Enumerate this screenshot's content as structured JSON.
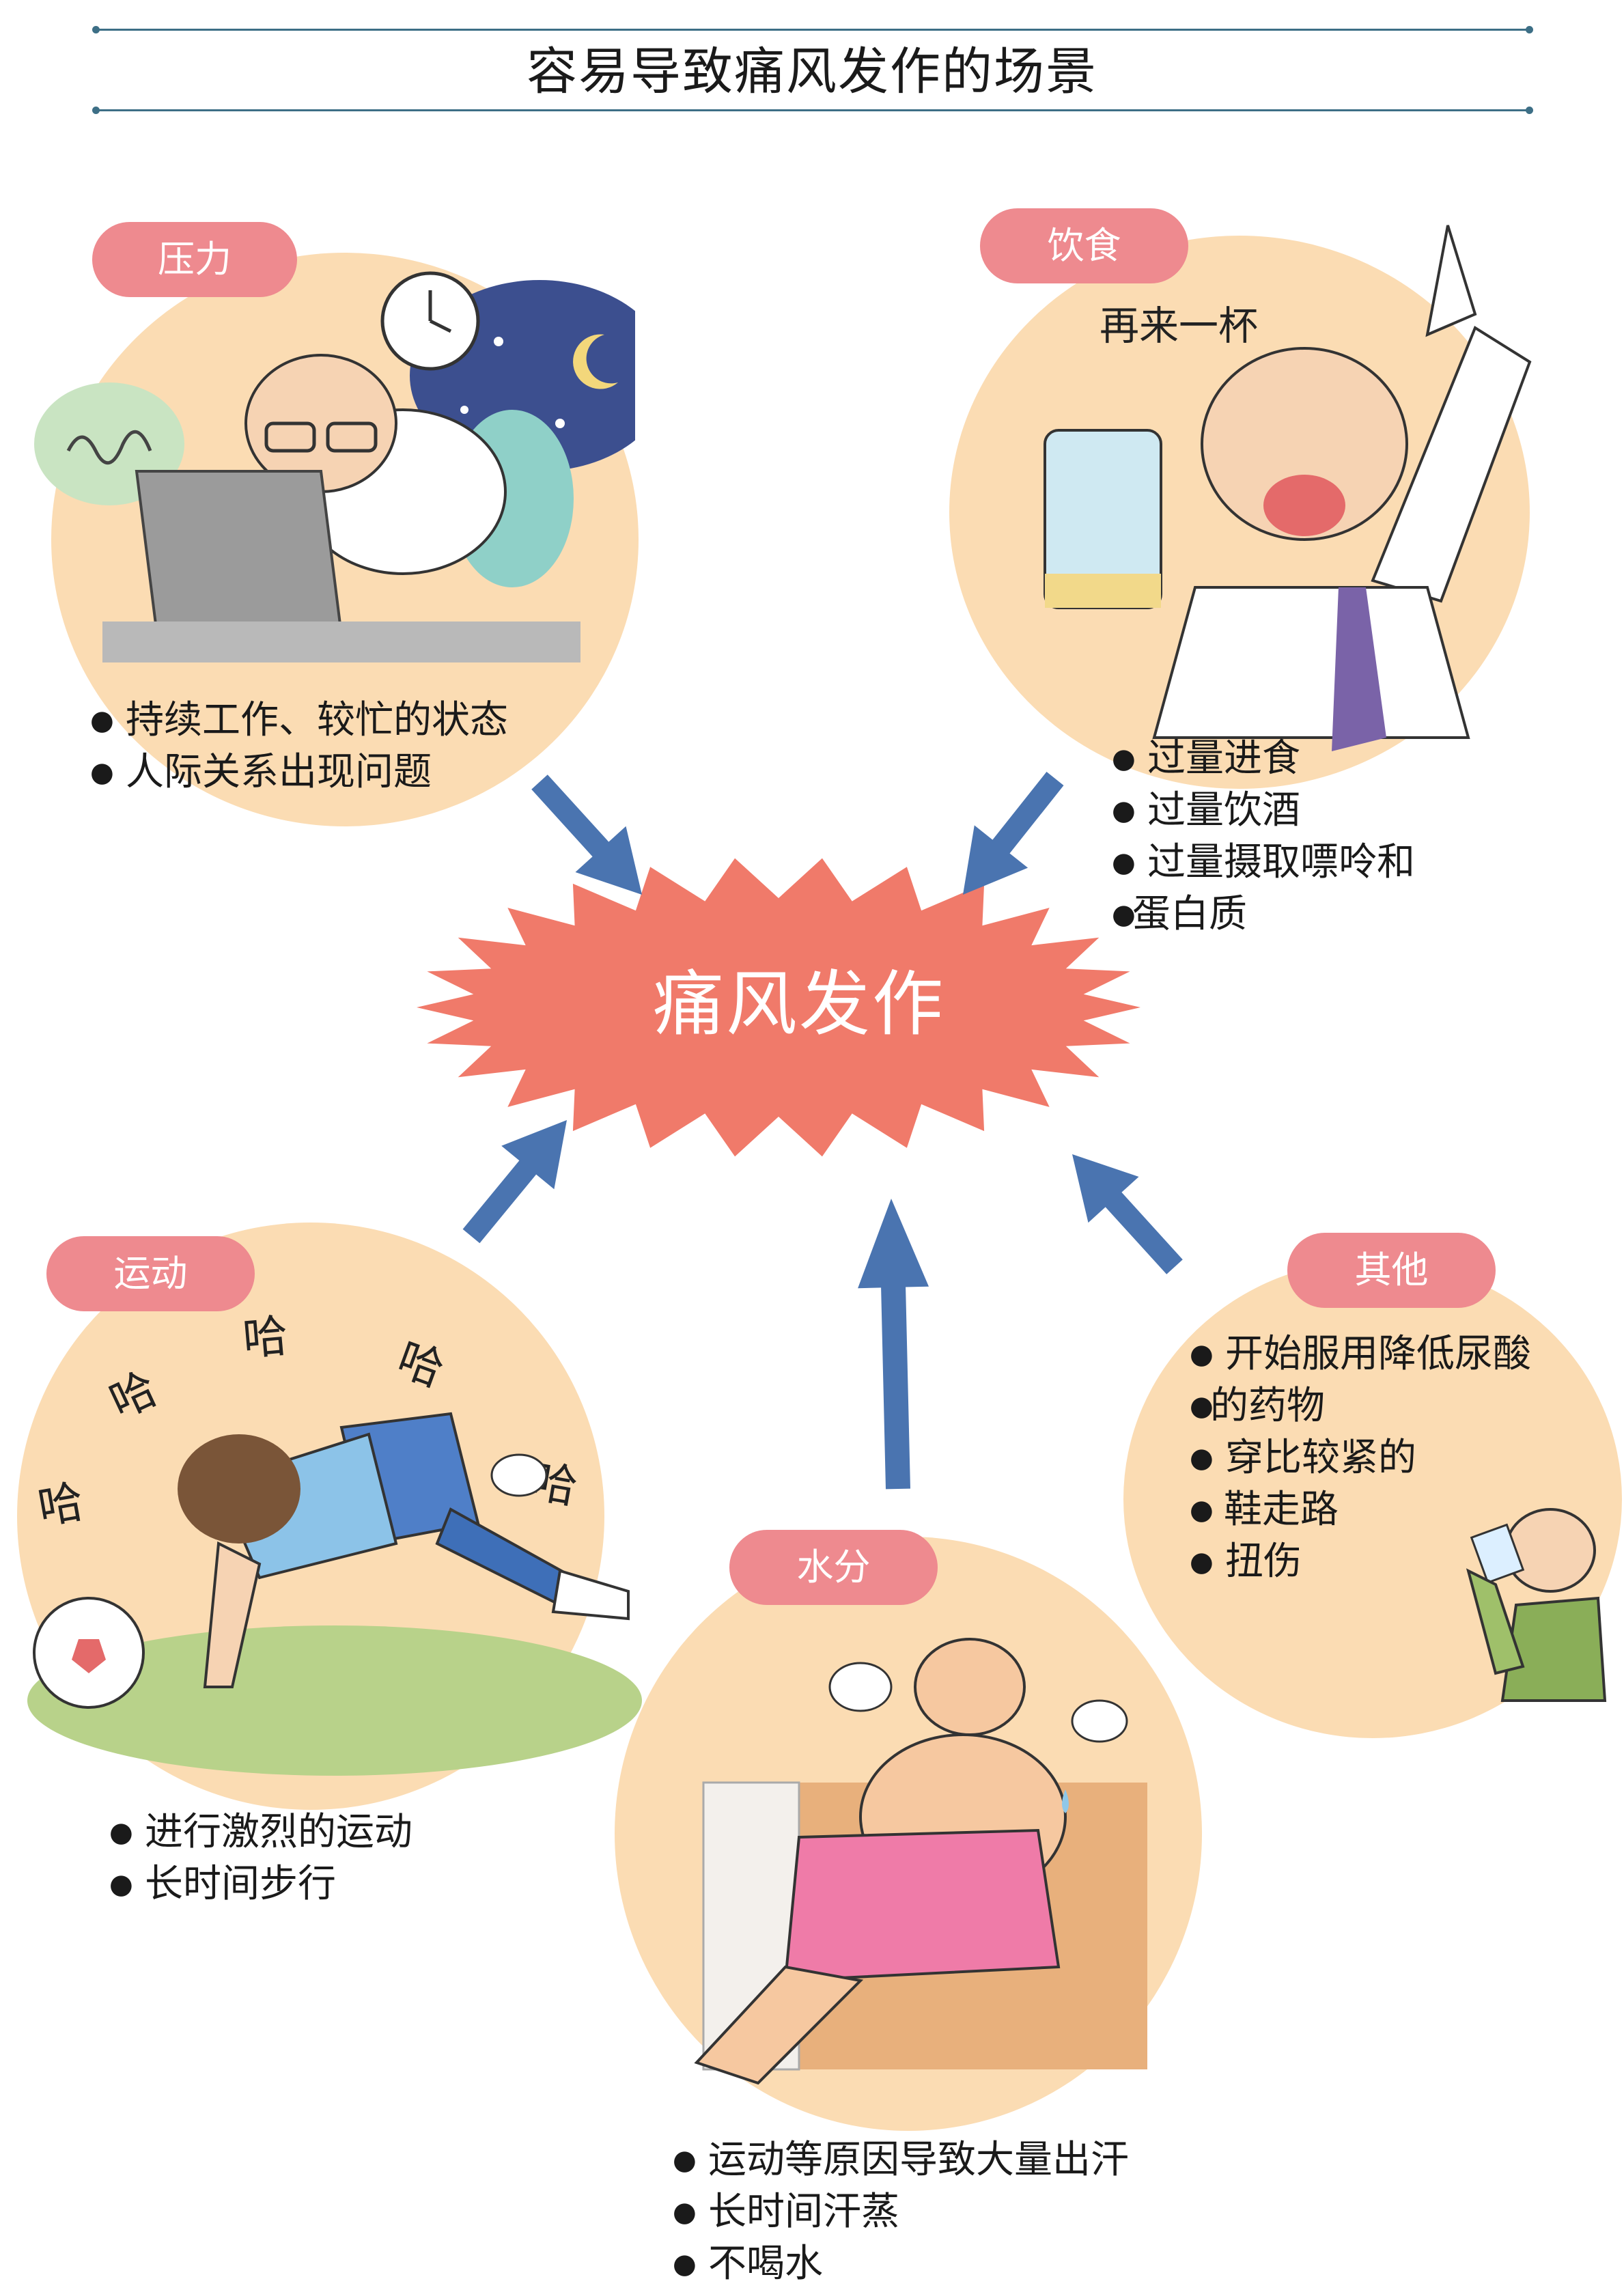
{
  "title": "容易导致痛风发作的场景",
  "center_label": "痛风发作",
  "colors": {
    "peach": "#fbdcb3",
    "pill": "#ee8a8f",
    "burst": "#f07a6a",
    "arrow": "#4a74b0",
    "rule": "#3d6f86"
  },
  "sections": {
    "stress": {
      "label": "压力",
      "bullets": [
        "持续工作、较忙的状态",
        "人际关系出现问题"
      ]
    },
    "diet": {
      "label": "饮食",
      "speech": "再来一杯",
      "bullets": [
        "过量进食",
        "过量饮酒",
        "过量摄取嘌呤和",
        "蛋白质"
      ]
    },
    "exercise": {
      "label": "运动",
      "pant": [
        "哈",
        "哈",
        "哈",
        "哈",
        "哈"
      ],
      "bullets": [
        "进行激烈的运动",
        "长时间步行"
      ]
    },
    "water": {
      "label": "水分",
      "bullets": [
        "运动等原因导致大量出汗",
        "长时间汗蒸",
        "不喝水"
      ]
    },
    "other": {
      "label": "其他",
      "bullets": [
        "开始服用降低尿酸",
        "的药物",
        "穿比较紧的",
        "鞋走路",
        "扭伤"
      ]
    }
  }
}
